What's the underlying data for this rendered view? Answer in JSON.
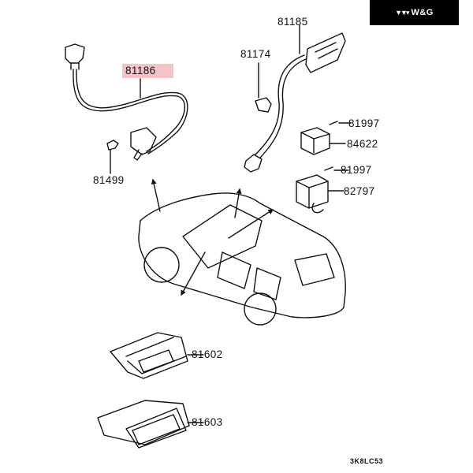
{
  "brand": {
    "logo_glyph": "▼▼▾",
    "name": "W&G",
    "logo_icon": "triple-chevron-logo-icon"
  },
  "diagram": {
    "title": "Vehicle interior electrical parts exploded view",
    "highlight_color": "#f4c3c8",
    "parts": [
      {
        "number": "81186",
        "description": "wiring harness with connector and bracket",
        "highlighted": true
      },
      {
        "number": "81499",
        "description": "clip"
      },
      {
        "number": "81185",
        "description": "cable with switch housing"
      },
      {
        "number": "81174",
        "description": "clip"
      },
      {
        "number": "81997",
        "description": "screw (upper)"
      },
      {
        "number": "84622",
        "description": "relay/sensor unit"
      },
      {
        "number": "81997",
        "description": "screw (lower)"
      },
      {
        "number": "82797",
        "description": "control module"
      },
      {
        "number": "81602",
        "description": "clock display unit"
      },
      {
        "number": "81603",
        "description": "display cover panel"
      }
    ],
    "drawing_code": "3K8LC53"
  }
}
